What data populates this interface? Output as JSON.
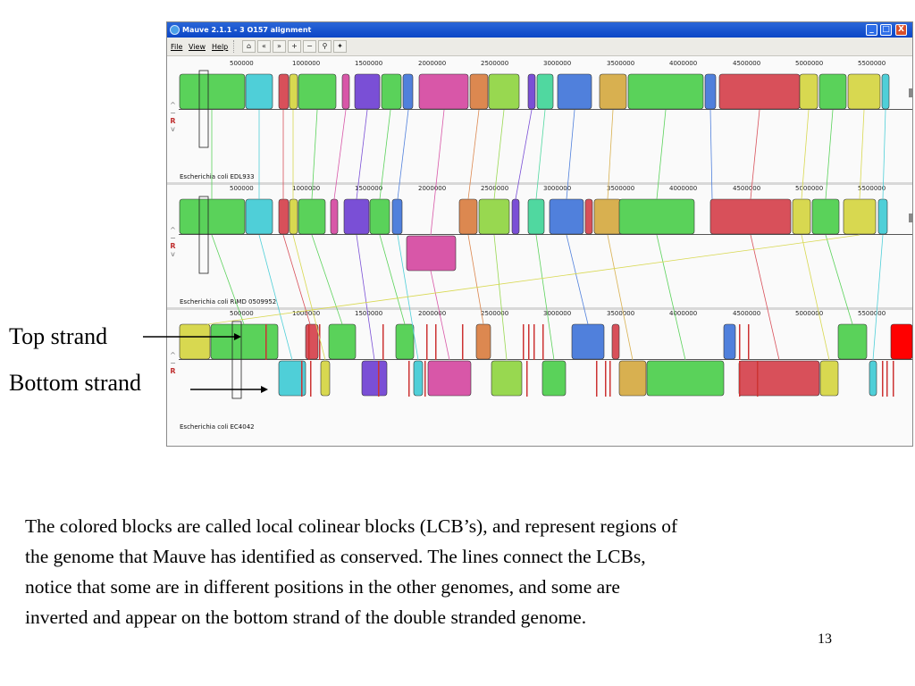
{
  "window": {
    "title": "Mauve 2.1.1 - 3 O157 alignment",
    "minimize_label": "_",
    "maximize_label": "□",
    "close_label": "X"
  },
  "menu": {
    "items": [
      "File",
      "View",
      "Help"
    ]
  },
  "toolbar": {
    "buttons": [
      {
        "icon": "home-icon",
        "glyph": "⌂"
      },
      {
        "icon": "shift-left-icon",
        "glyph": "«"
      },
      {
        "icon": "shift-right-icon",
        "glyph": "»"
      },
      {
        "icon": "zoom-in-icon",
        "glyph": "+"
      },
      {
        "icon": "zoom-out-icon",
        "glyph": "−"
      },
      {
        "icon": "search-icon",
        "glyph": "⚲"
      },
      {
        "icon": "feature-icon",
        "glyph": "✦"
      }
    ]
  },
  "panel_controls": {
    "up": "^",
    "minus": "−",
    "reverse": "R",
    "down": "v"
  },
  "ruler_labels": [
    "500000",
    "1000000",
    "1500000",
    "2000000",
    "2500000",
    "3000000",
    "3500000",
    "4000000",
    "4500000",
    "5000000",
    "5500000"
  ],
  "genomes": [
    {
      "name": "Escherichia coli EDL933"
    },
    {
      "name": "Escherichia coli RIMD 0509952"
    },
    {
      "name": "Escherichia coli EC4042"
    }
  ],
  "annotations": {
    "top_strand": "Top strand",
    "bottom_strand": "Bottom strand"
  },
  "caption": {
    "line1": "The colored blocks are called local colinear blocks (LCB’s), and represent regions of",
    "line2": "the genome that Mauve has identified as conserved. The lines connect the LCBs,",
    "line3": "notice that some are in different positions in the other genomes, and some are",
    "line4": "inverted and appear on the bottom strand of the double stranded genome."
  },
  "page_number": "13",
  "colors": {
    "green": "#5ad25a",
    "cyan": "#4fcfd8",
    "red": "#d8505a",
    "purple": "#7a4fd6",
    "magenta": "#d857a8",
    "orange": "#dc8850",
    "lime": "#98d850",
    "blue": "#5080dc",
    "gold": "#d8b050",
    "yellow": "#d8d850",
    "teal": "#50d8a0",
    "bright_red": "#ff0000"
  }
}
